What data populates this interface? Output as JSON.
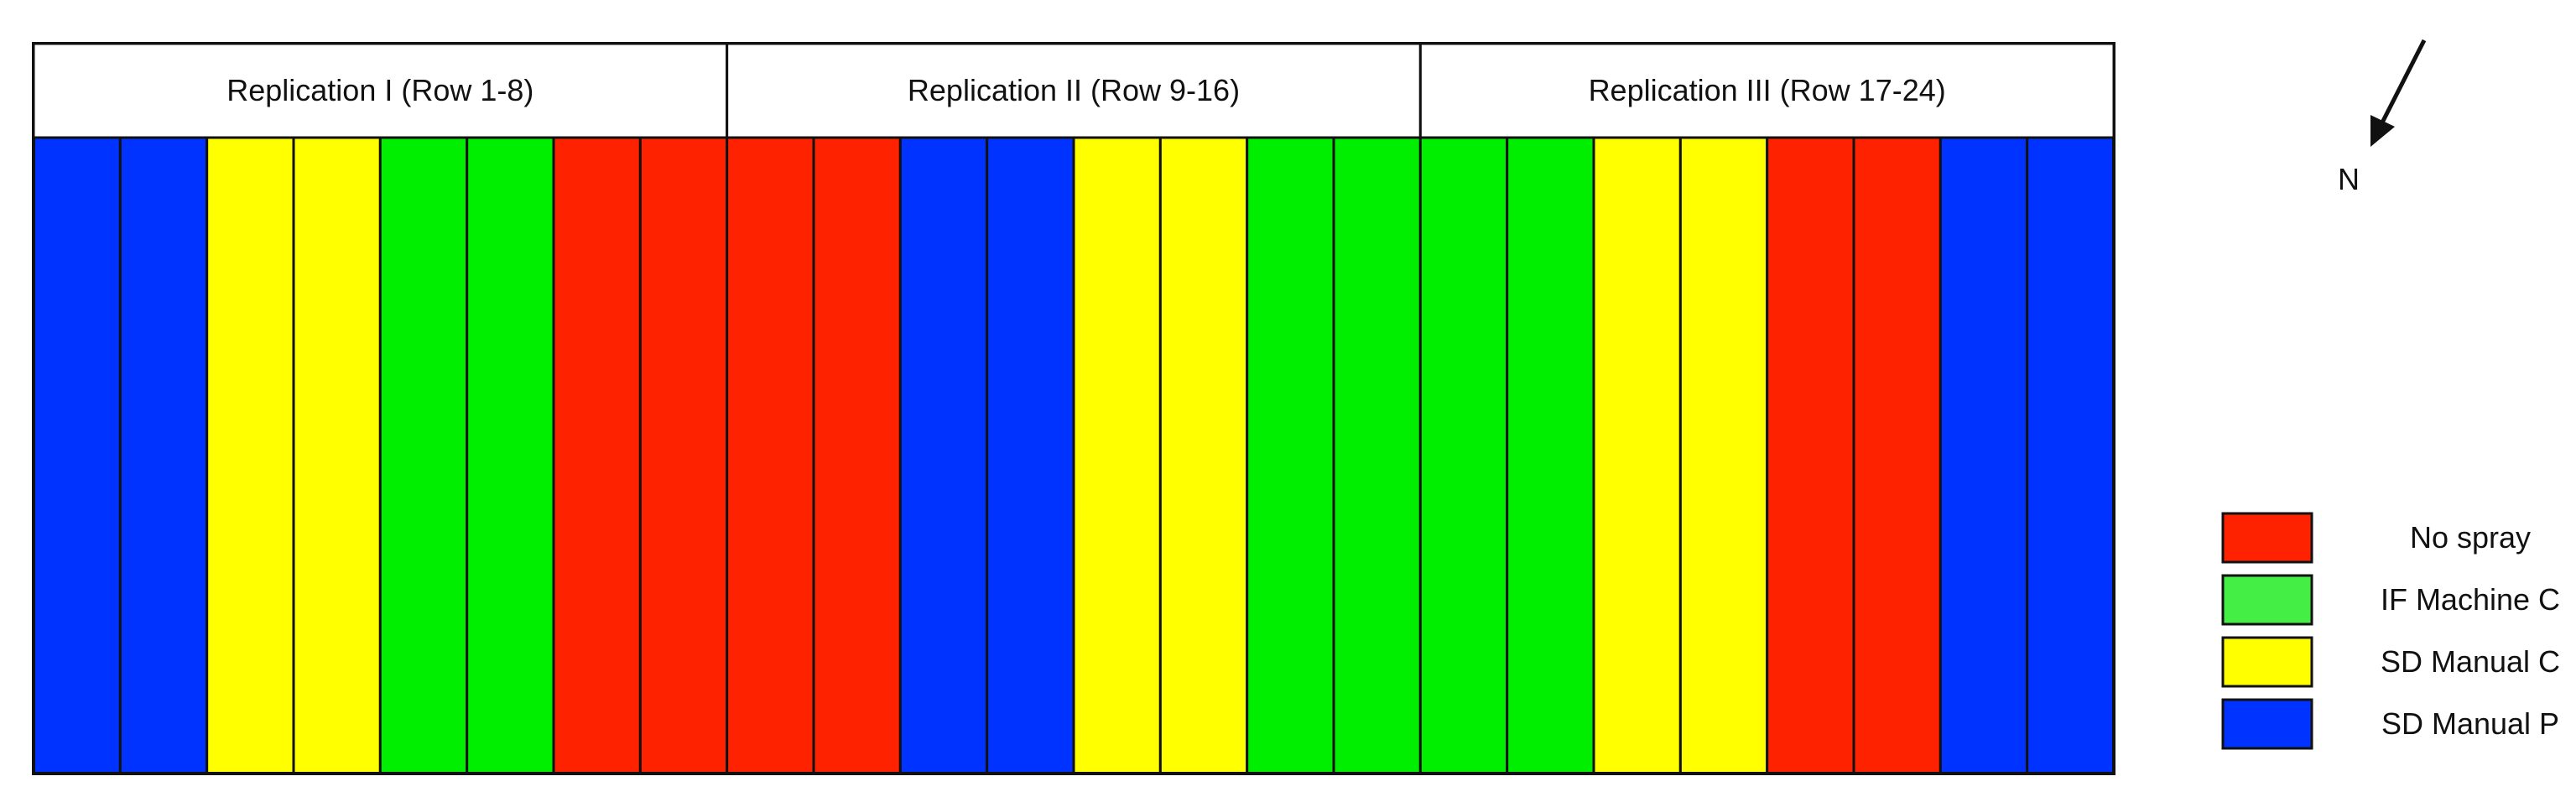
{
  "replications": [
    {
      "label": "Replication I (Row 1-8)",
      "rows": [
        "SD Manual P",
        "SD Manual P",
        "SD Manual C",
        "SD Manual C",
        "IF Machine C",
        "IF Machine C",
        "No spray",
        "No spray"
      ]
    },
    {
      "label": "Replication II (Row 9-16)",
      "rows": [
        "No spray",
        "No spray",
        "SD Manual P",
        "SD Manual P",
        "SD Manual C",
        "SD Manual C",
        "IF Machine C",
        "IF Machine C"
      ]
    },
    {
      "label": "Replication III (Row 17-24)",
      "rows": [
        "IF Machine C",
        "IF Machine C",
        "SD Manual C",
        "SD Manual C",
        "No spray",
        "No spray",
        "SD Manual P",
        "SD Manual P"
      ]
    }
  ],
  "legend": [
    {
      "label": "No spray",
      "color": "#ff2200"
    },
    {
      "label": "IF Machine C",
      "color": "#44ee44"
    },
    {
      "label": "SD Manual C",
      "color": "#ffff00"
    },
    {
      "label": "SD Manual P",
      "color": "#0033ff"
    }
  ],
  "treatment_colors": {
    "No spray": "#ff2200",
    "IF Machine C": "#00ee00",
    "SD Manual C": "#ffff00",
    "SD Manual P": "#0033ff"
  },
  "north": {
    "label": "N",
    "icon": "north-arrow-icon"
  }
}
